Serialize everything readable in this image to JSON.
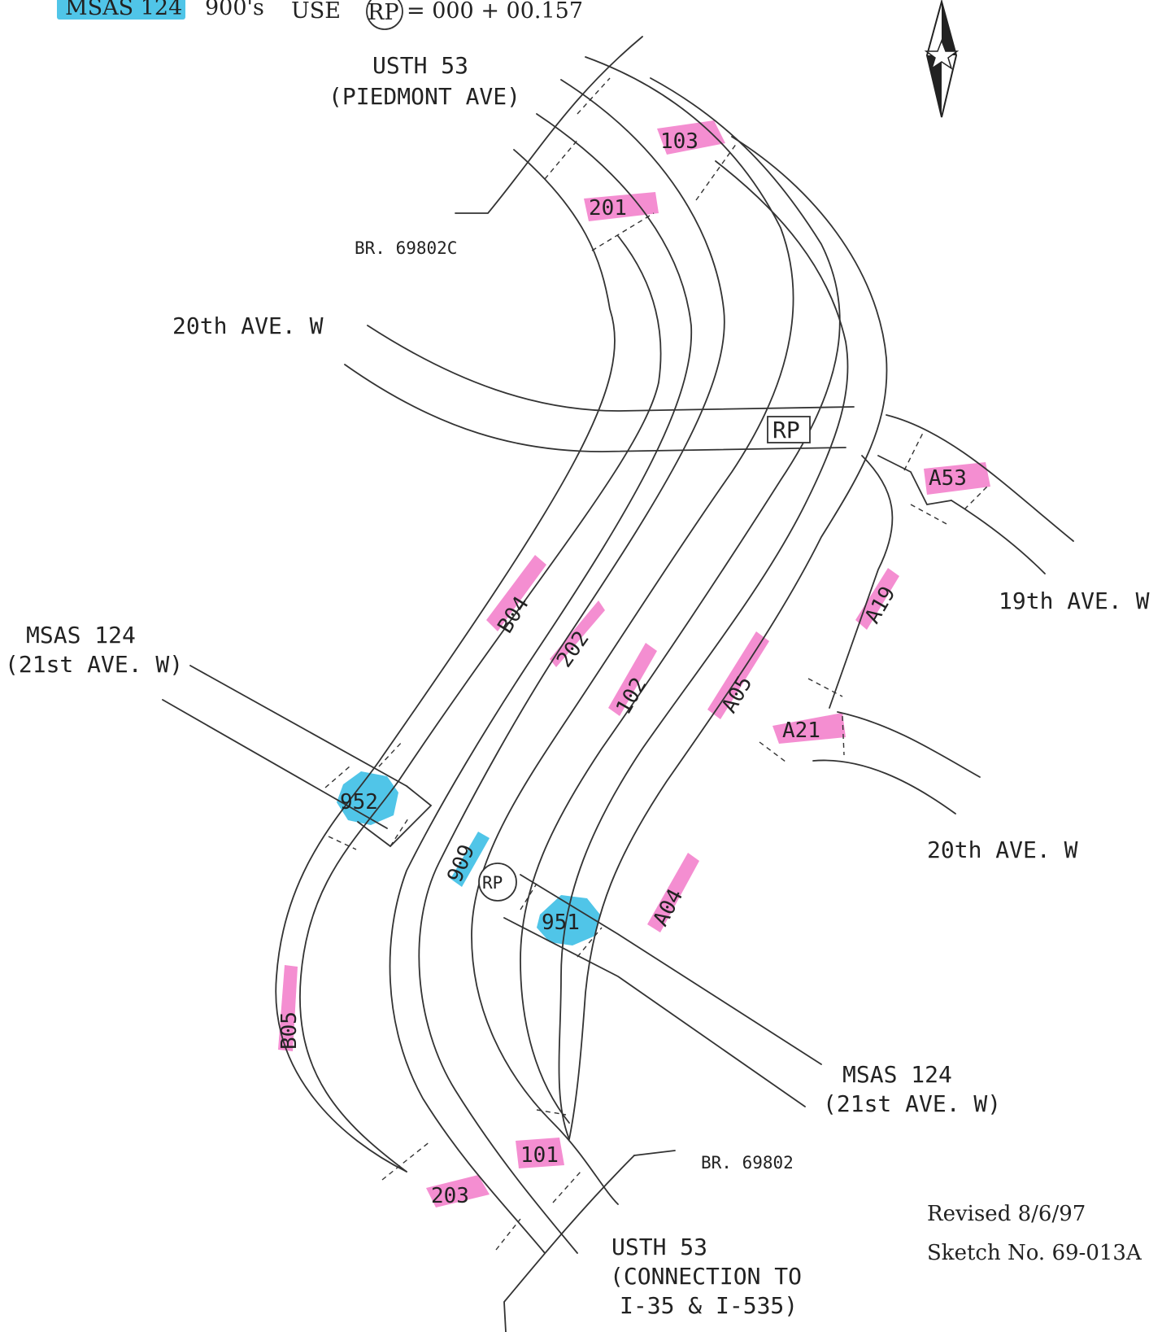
{
  "legend": {
    "route": "MSAS 124",
    "series": "900's",
    "use_word": "USE",
    "rp_symbol": "RP",
    "equation": "= 000 + 00.157",
    "highlight_color": "#3dbfe6"
  },
  "colors": {
    "ramp_highlight": "#f27ac9",
    "msas_highlight": "#3dbfe6",
    "line": "#333333"
  },
  "compass_icon": "north-arrow-icon",
  "streets": {
    "usth53_north_line1": "USTH 53",
    "usth53_north_line2": "(PIEDMONT AVE)",
    "ave20_west": "20th AVE. W",
    "msas124_west_line1": "MSAS 124",
    "msas124_west_line2": "(21st AVE. W)",
    "ave19_east": "19th AVE. W",
    "ave20_east": "20th AVE. W",
    "msas124_east_line1": "MSAS 124",
    "msas124_east_line2": "(21st AVE. W)",
    "usth53_south_line1": "USTH 53",
    "usth53_south_line2": "(CONNECTION TO",
    "usth53_south_line3": "I-35 & I-535)"
  },
  "bridges": {
    "north": "BR. 69802C",
    "south": "BR. 69802"
  },
  "reference_points": {
    "rp_box": "RP",
    "rp_circle": "RP"
  },
  "segments": {
    "s103": "103",
    "s201": "201",
    "a53": "A53",
    "b04": "B04",
    "s202": "202",
    "s102": "102",
    "a05": "A05",
    "a19": "A19",
    "a21": "A21",
    "s952": "952",
    "s909": "909",
    "s951": "951",
    "a04": "A04",
    "b05": "B05",
    "s101": "101",
    "s203": "203"
  },
  "footer": {
    "revised": "Revised 8/6/97",
    "sketch_no": "Sketch No. 69-013A"
  }
}
